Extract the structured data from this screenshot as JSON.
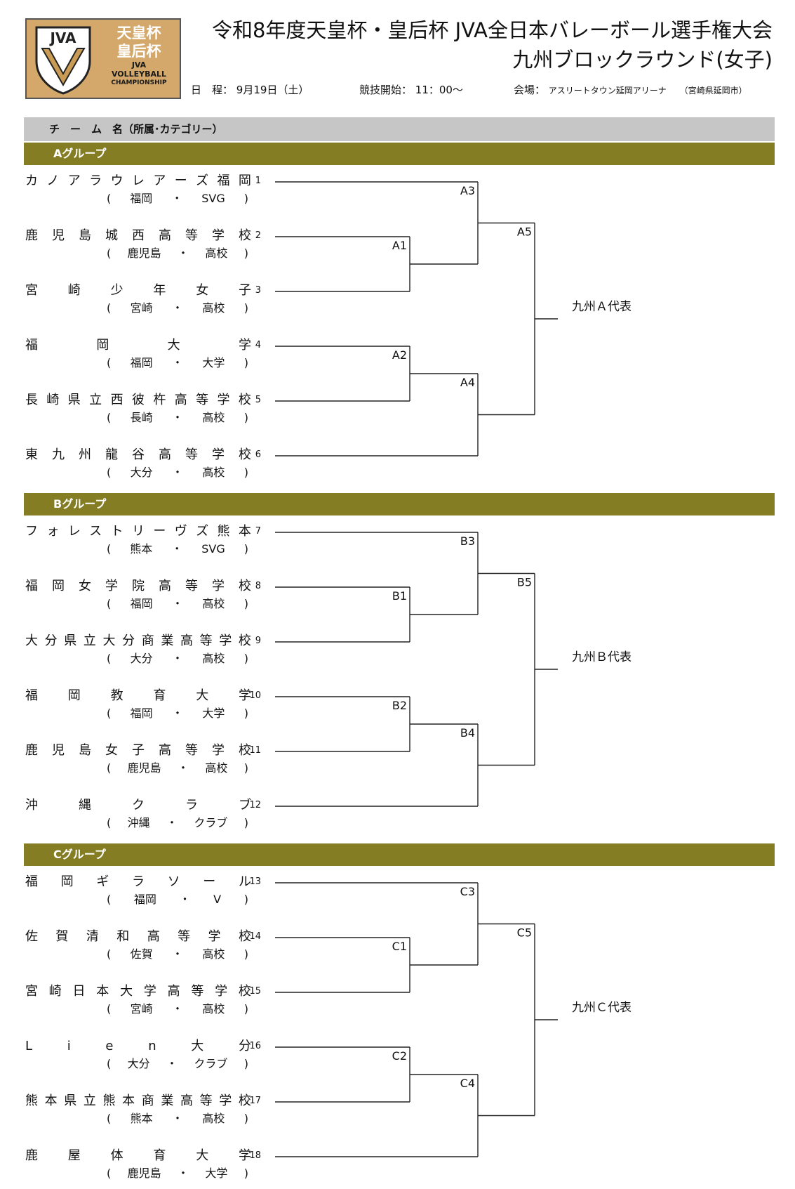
{
  "logo": {
    "line1": "天皇杯",
    "line2": "皇后杯",
    "line3": "JVA",
    "line4": "VOLLEYBALL",
    "line5": "CHAMPIONSHIP",
    "mark": "JVA",
    "bg_color": "#d3a86a"
  },
  "header": {
    "title_line1": "令和8年度天皇杯・皇后杯 JVA全日本バレーボール選手権大会",
    "title_line2": "九州ブロックラウンド(女子)",
    "schedule_label": "日　程：",
    "schedule_value": "9月19日（土）",
    "start_label": "競技開始：",
    "start_value": "11：00〜",
    "venue_label": "会場：",
    "venue_value": "アスリートタウン延岡アリーナ",
    "venue_city": "（宮崎県延岡市）"
  },
  "column_header": "チ　ー　ム　名（所属･カテゴリー）",
  "colors": {
    "group_bar": "#847d23",
    "column_bar": "#c6c6c6"
  },
  "groups": [
    {
      "label": "Aグループ",
      "representative": "九州Ａ代表",
      "matches": [
        "A1",
        "A2",
        "A3",
        "A4",
        "A5"
      ],
      "teams": [
        {
          "num": "1",
          "name": "カノアラウレアーズ福岡",
          "pref": "福岡",
          "cat": "SVG"
        },
        {
          "num": "2",
          "name": "鹿児島城西高等学校",
          "pref": "鹿児島",
          "cat": "高校"
        },
        {
          "num": "3",
          "name": "宮崎少年女子",
          "pref": "宮崎",
          "cat": "高校"
        },
        {
          "num": "4",
          "name": "福岡大学",
          "pref": "福岡",
          "cat": "大学"
        },
        {
          "num": "5",
          "name": "長崎県立西彼杵高等学校",
          "pref": "長崎",
          "cat": "高校"
        },
        {
          "num": "6",
          "name": "東九州龍谷高等学校",
          "pref": "大分",
          "cat": "高校"
        }
      ]
    },
    {
      "label": "Bグループ",
      "representative": "九州Ｂ代表",
      "matches": [
        "B1",
        "B2",
        "B3",
        "B4",
        "B5"
      ],
      "teams": [
        {
          "num": "7",
          "name": "フォレストリーヴズ熊本",
          "pref": "熊本",
          "cat": "SVG"
        },
        {
          "num": "8",
          "name": "福岡女学院高等学校",
          "pref": "福岡",
          "cat": "高校"
        },
        {
          "num": "9",
          "name": "大分県立大分商業高等学校",
          "pref": "大分",
          "cat": "高校"
        },
        {
          "num": "10",
          "name": "福岡教育大学",
          "pref": "福岡",
          "cat": "大学"
        },
        {
          "num": "11",
          "name": "鹿児島女子高等学校",
          "pref": "鹿児島",
          "cat": "高校"
        },
        {
          "num": "12",
          "name": "沖縄クラブ",
          "pref": "沖縄",
          "cat": "クラブ"
        }
      ]
    },
    {
      "label": "Cグループ",
      "representative": "九州Ｃ代表",
      "matches": [
        "C1",
        "C2",
        "C3",
        "C4",
        "C5"
      ],
      "teams": [
        {
          "num": "13",
          "name": "福岡ギラソール",
          "pref": "福岡",
          "cat": "V"
        },
        {
          "num": "14",
          "name": "佐賀清和高等学校",
          "pref": "佐賀",
          "cat": "高校"
        },
        {
          "num": "15",
          "name": "宮崎日本大学高等学校",
          "pref": "宮崎",
          "cat": "高校"
        },
        {
          "num": "16",
          "name": "Lien大分",
          "pref": "大分",
          "cat": "クラブ"
        },
        {
          "num": "17",
          "name": "熊本県立熊本商業高等学校",
          "pref": "熊本",
          "cat": "高校"
        },
        {
          "num": "18",
          "name": "鹿屋体育大学",
          "pref": "鹿児島",
          "cat": "大学"
        }
      ]
    }
  ]
}
